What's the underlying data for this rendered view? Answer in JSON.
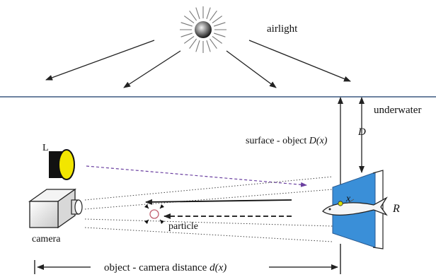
{
  "labels": {
    "airlight": "airlight",
    "underwater": "underwater",
    "surface_object_prefix": "surface - object ",
    "surface_object_var": "D(x)",
    "depth": "D",
    "lamp": "L",
    "camera": "camera",
    "particle": "particle",
    "point": "x",
    "reflectance": "R",
    "distance_prefix": "object - camera distance ",
    "distance_var": "d(x)"
  },
  "colors": {
    "water_surface": "#3d5a80",
    "object_plane": "#3a8fd8",
    "lamp_glow": "#f2e600",
    "direct_ray": "#222222",
    "scatter_arrow": "#6a3fa0",
    "particle": "#c06070",
    "point": "#d8e000"
  },
  "icons": [
    "sun-icon",
    "lamp-icon",
    "camera-icon",
    "fish-icon",
    "particle-icon"
  ]
}
